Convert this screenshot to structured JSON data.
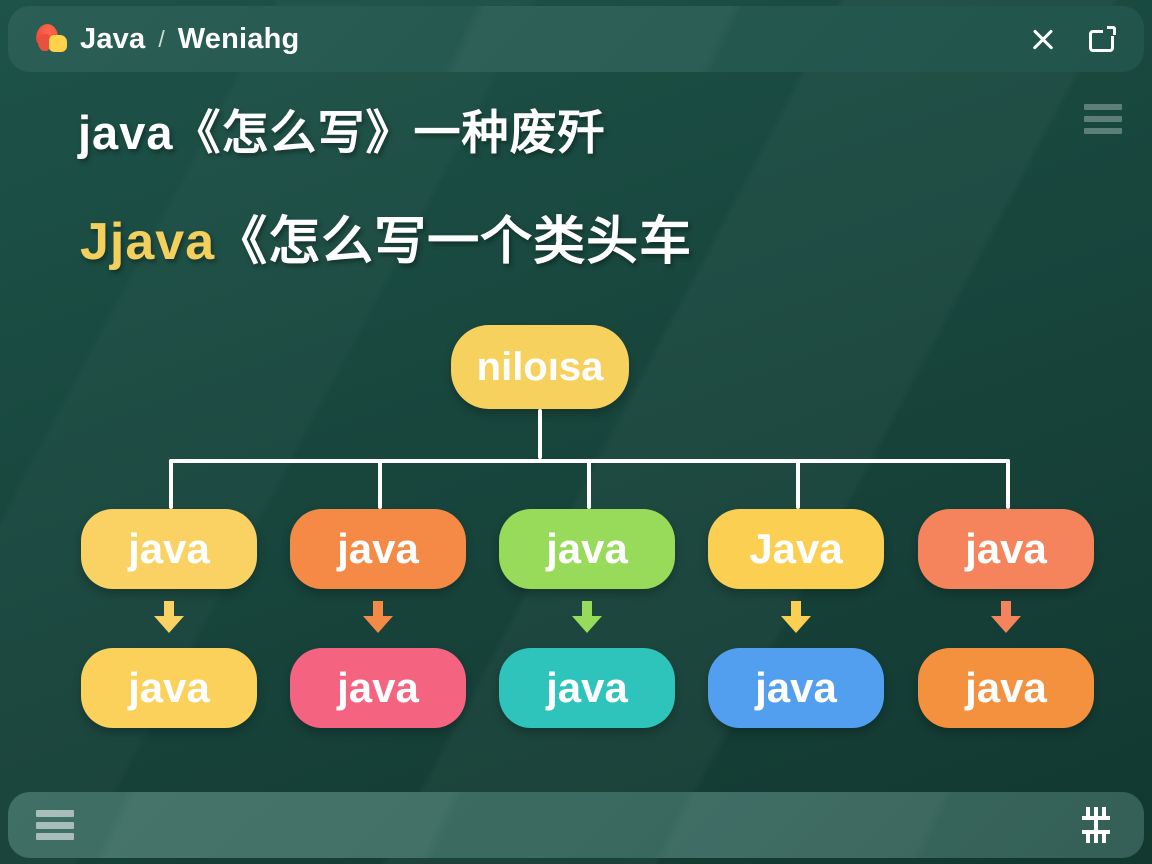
{
  "window": {
    "logo_icon": "java-duke-icon",
    "app_name": "Java",
    "separator": "/",
    "document_name": "Weniahg",
    "close_icon": "close-icon",
    "maximize_icon": "maximize-icon"
  },
  "slide": {
    "heading1": "java《怎么写》一种废歼",
    "heading2_accent": "Jjava",
    "heading2_rest": "《怎么写一个类头车",
    "menu_icon": "hamburger-menu-icon"
  },
  "tree": {
    "root": {
      "label": "niloısa",
      "color": "#f7d15e",
      "text_color": "#ffffff"
    },
    "row1": [
      {
        "label": "java",
        "color": "#fad264"
      },
      {
        "label": "java",
        "color": "#f58a46"
      },
      {
        "label": "java",
        "color": "#98db5a"
      },
      {
        "label": "Java",
        "color": "#fbcf52"
      },
      {
        "label": "java",
        "color": "#f5835c"
      }
    ],
    "row2": [
      {
        "label": "java",
        "color": "#fbd05b"
      },
      {
        "label": "java",
        "color": "#f4637f"
      },
      {
        "label": "java",
        "color": "#2ec4bb"
      },
      {
        "label": "java",
        "color": "#529ff0"
      },
      {
        "label": "java",
        "color": "#f4913f"
      }
    ],
    "arrows": [
      {
        "color": "#fad264",
        "icon": "arrow-down-icon"
      },
      {
        "color": "#f58a46",
        "icon": "arrow-down-icon"
      },
      {
        "color": "#98db5a",
        "icon": "arrow-down-icon"
      },
      {
        "color": "#fbcf52",
        "icon": "arrow-down-icon"
      },
      {
        "color": "#f5835c",
        "icon": "arrow-down-icon"
      }
    ],
    "connector_color": "#ffffff"
  },
  "bottom_bar": {
    "menu_icon": "hamburger-menu-icon",
    "crosshair_icon": "align-crosshair-icon"
  },
  "theme": {
    "background": "#18463d",
    "titlebar": "#255950",
    "bottombar": "#39695f",
    "accent_yellow": "#f3cf5c"
  }
}
